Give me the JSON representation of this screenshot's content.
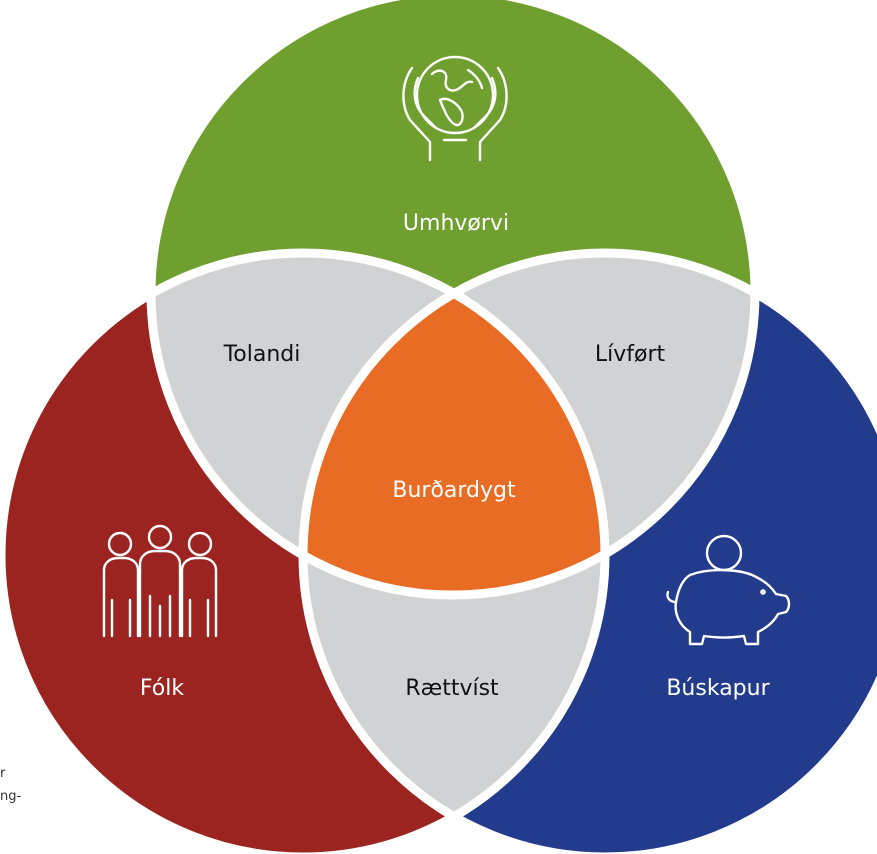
{
  "diagram": {
    "center_label": "Burðardygt",
    "circles": {
      "top": {
        "label": "Umhvørvi",
        "color": "#6f9f2f",
        "icon": "globe-in-hands-icon"
      },
      "left": {
        "label": "Fólk",
        "color": "#9b2421",
        "icon": "group-of-people-icon"
      },
      "right": {
        "label": "Búskapur",
        "color": "#233b8c",
        "icon": "piggy-bank-icon"
      }
    },
    "overlaps": {
      "top_left": "Tolandi",
      "top_right": "Lívført",
      "bottom": "Rættvíst"
    },
    "overlap_color": "#d1d2d4",
    "center_color": "#e96c24",
    "border_color": "#ffffff"
  },
  "edge_text": {
    "line1": "r",
    "line2": "ng-"
  }
}
